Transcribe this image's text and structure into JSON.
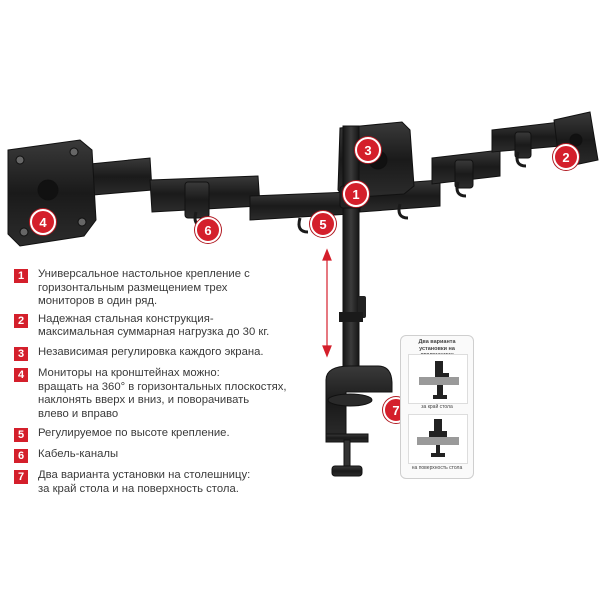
{
  "markers": [
    "1",
    "2",
    "3",
    "4",
    "5",
    "6",
    "7"
  ],
  "features": [
    {
      "num": "1",
      "text": "Универсальное настольное крепление с\nгоризонтальным размещением трех\nмониторов в один ряд."
    },
    {
      "num": "2",
      "text": "Надежная стальная конструкция-\nмаксимальная суммарная нагрузка  до 30 кг."
    },
    {
      "num": "3",
      "text": "Независимая регулировка каждого экрана."
    },
    {
      "num": "4",
      "text": "Мониторы на кронштейнах можно:\nвращать на 360° в горизонтальных плоскостях,\nнаклонять вверх и вниз, и поворачивать\nвлево и вправо"
    },
    {
      "num": "5",
      "text": "Регулируемое по высоте крепление."
    },
    {
      "num": "6",
      "text": "Кабель-каналы"
    },
    {
      "num": "7",
      "text": "Два варианта установки на столешницу:\nза край стола и на поверхность стола."
    }
  ],
  "inset": {
    "title": "Два варианта установки на столешницу",
    "caption_top": "за край стола",
    "caption_bottom": "на поверхность стола"
  },
  "colors": {
    "accent": "#d41f2b",
    "metal": "#1e1e1e"
  }
}
